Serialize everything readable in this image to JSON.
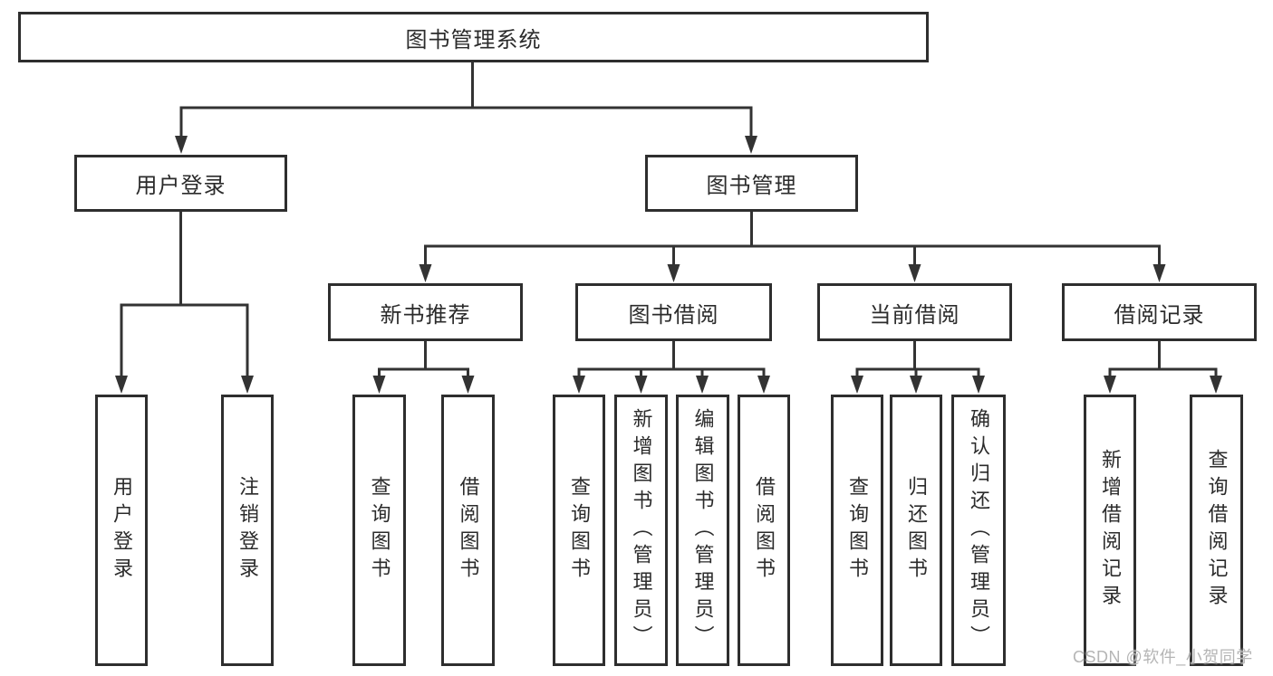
{
  "diagram": {
    "title": "图书管理系统",
    "root": {
      "label": "图书管理系统"
    },
    "level2": [
      {
        "label": "用户登录",
        "children": [
          {
            "label": "用户登录"
          },
          {
            "label": "注销登录"
          }
        ]
      },
      {
        "label": "图书管理",
        "children": [
          {
            "label": "新书推荐",
            "children": [
              {
                "label": "查询图书"
              },
              {
                "label": "借阅图书"
              }
            ]
          },
          {
            "label": "图书借阅",
            "children": [
              {
                "label": "查询图书"
              },
              {
                "label": "新增图书（管理员）"
              },
              {
                "label": "编辑图书（管理员）"
              },
              {
                "label": "借阅图书"
              }
            ]
          },
          {
            "label": "当前借阅",
            "children": [
              {
                "label": "查询图书"
              },
              {
                "label": "归还图书"
              },
              {
                "label": "确认归还（管理员）"
              }
            ]
          },
          {
            "label": "借阅记录",
            "children": [
              {
                "label": "新增借阅记录"
              },
              {
                "label": "查询借阅记录"
              }
            ]
          }
        ]
      }
    ],
    "watermark": "CSDN @软件_小贺同学",
    "colors": {
      "line": "#333333",
      "border": "#2e2e2e",
      "text": "#2b2b2b",
      "watermark": "#b5b5b5",
      "background": "#ffffff"
    }
  }
}
